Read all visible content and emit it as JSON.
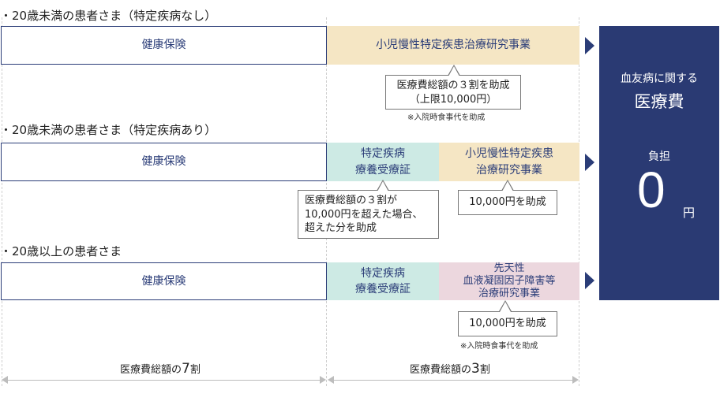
{
  "sections": [
    {
      "heading": "・20歳未満の患者さま（特定疾病なし）",
      "insurance": "健康保険",
      "program": "小児慢性特定疾患治療研究事業",
      "callout": "医療費総額の３割を助成\n（上限10,000円）",
      "note": "※入院時食事代を助成"
    },
    {
      "heading": "・20歳未満の患者さま（特定疾病あり）",
      "insurance": "健康保険",
      "certificate": "特定疾病\n療養受療証",
      "program": "小児慢性特定疾患\n治療研究事業",
      "callout_left": "医療費総額の３割が\n10,000円を超えた場合、\n超えた分を助成",
      "callout_right": "10,000円を助成"
    },
    {
      "heading": "・20歳以上の患者さま",
      "insurance": "健康保険",
      "certificate": "特定疾病\n療養受療証",
      "program": "先天性\n血液凝固因子障害等\n治療研究事業",
      "callout": "10,000円を助成",
      "note": "※入院時食事代を助成"
    }
  ],
  "result": {
    "line1": "血友病に関する",
    "line2": "医療費",
    "burden_label": "負担",
    "amount": "0",
    "unit": "円"
  },
  "shares": {
    "left_prefix": "医療費総額の",
    "left_value": "7",
    "left_suffix": "割",
    "right_prefix": "医療費総額の",
    "right_value": "3",
    "right_suffix": "割"
  },
  "colors": {
    "navy": "#2a3a73",
    "beige": "#f5e6c4",
    "mint": "#cdeae4",
    "pink": "#ecd7de"
  }
}
